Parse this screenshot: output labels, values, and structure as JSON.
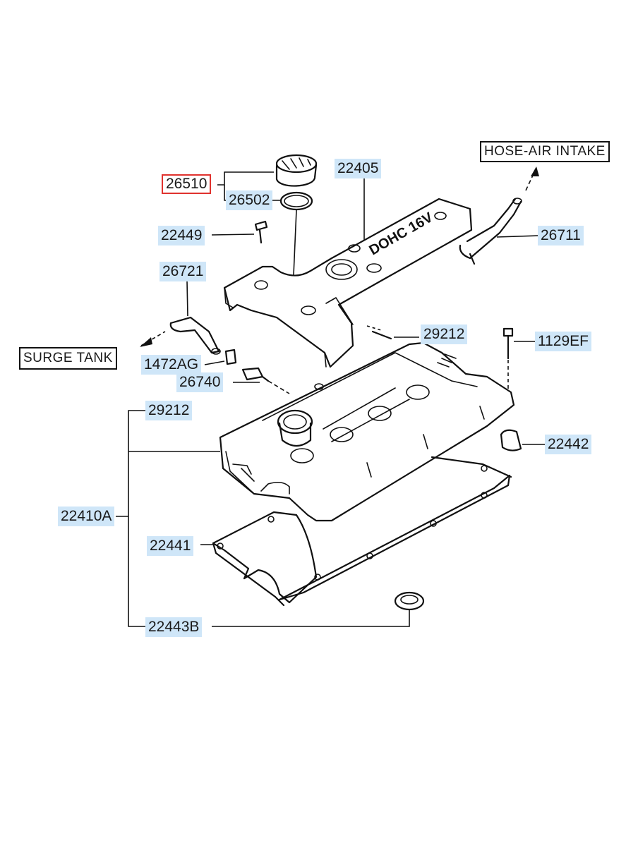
{
  "callouts": {
    "p26510": "26510",
    "p26502": "26502",
    "p22405": "22405",
    "p22449": "22449",
    "p26721": "26721",
    "p26711": "26711",
    "p29212_top": "29212",
    "p1129EF": "1129EF",
    "p1472AG": "1472AG",
    "p26740": "26740",
    "p29212_left": "29212",
    "p22442": "22442",
    "p22410A": "22410A",
    "p22441": "22441",
    "p22443B": "22443B"
  },
  "boxes": {
    "hose_air_intake": "HOSE-AIR INTAKE",
    "surge_tank": "SURGE TANK"
  },
  "cover_text": "DOHC 16V",
  "colors": {
    "callout_fill": "#cfe6f8",
    "selected_border": "#e0322e",
    "line": "#111111"
  }
}
